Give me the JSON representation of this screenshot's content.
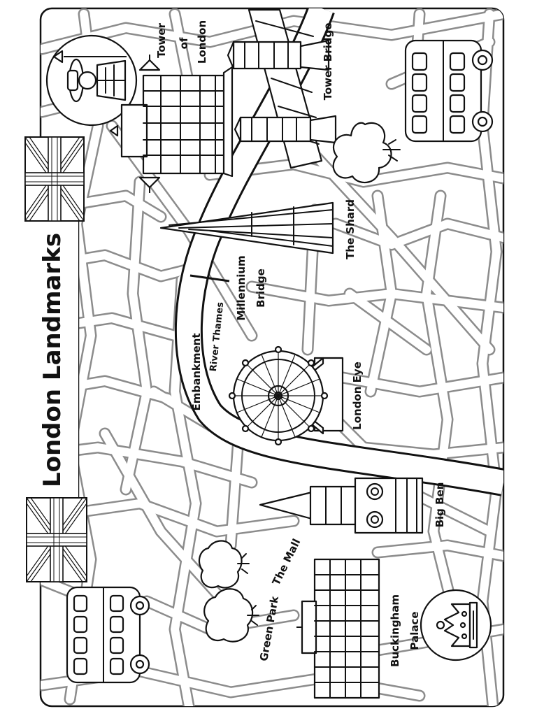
{
  "title": "London Landmarks",
  "labels": {
    "tower_of_london": [
      "Tower",
      "of",
      "London"
    ],
    "tower_bridge": "Tower Bridge",
    "the_shard": "The Shard",
    "millennium_bridge": [
      "Millennium",
      "Bridge"
    ],
    "embankment": "Embankment",
    "river_thames": "River Thames",
    "london_eye": "London Eye",
    "big_ben": "Big Ben",
    "the_mall": "The Mall",
    "green_park": "Green Park",
    "buckingham_palace": [
      "Buckingham",
      "Palace"
    ]
  },
  "colors": {
    "ink": "#111111",
    "road": "#8c8c8c",
    "paper": "#ffffff"
  },
  "icons": [
    "union-flag-icon",
    "beefeater-icon",
    "crown-icon",
    "double-decker-bus-icon",
    "tree-icon"
  ]
}
